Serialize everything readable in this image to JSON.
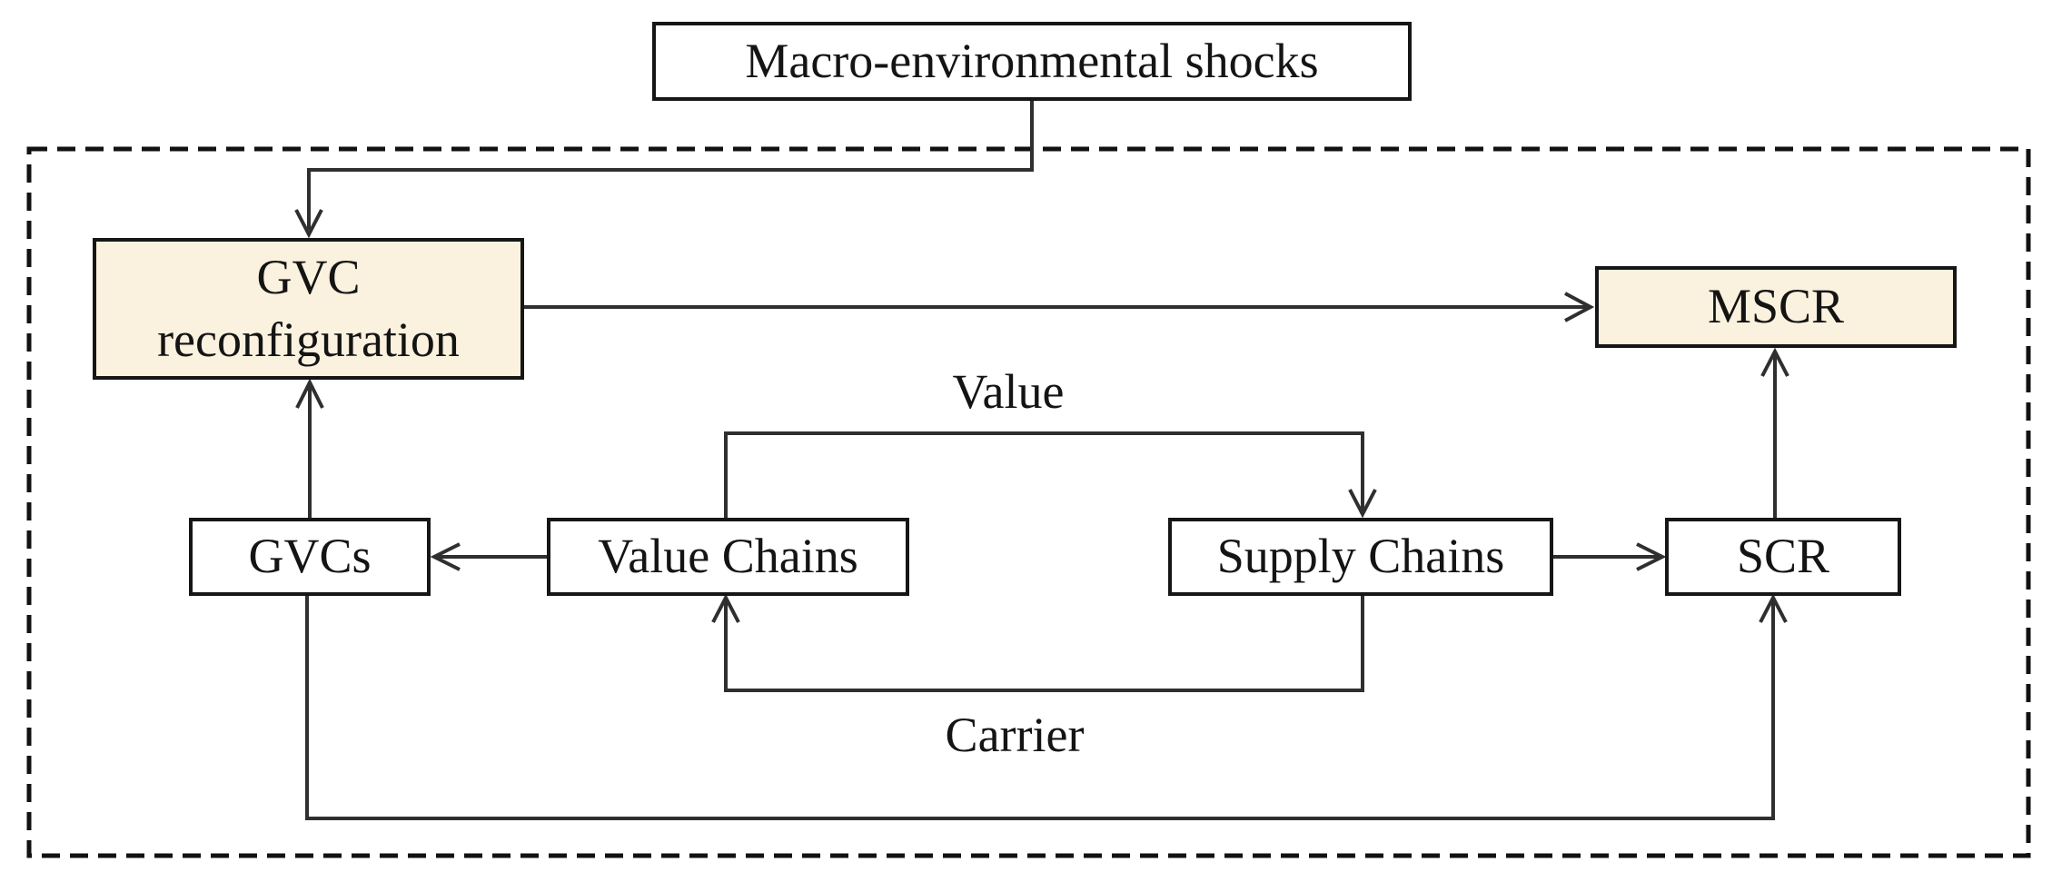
{
  "figure": {
    "colors": {
      "background": "#ffffff",
      "box_border": "#161616",
      "frame": "#111111",
      "line": "#2f2f2f",
      "text": "#141414",
      "plain_fill": "#ffffff",
      "highlight_fill": "#faf1de"
    },
    "nodes": {
      "macro_shocks": {
        "label": "Macro-environmental shocks"
      },
      "gvc_reconfiguration": {
        "label": "GVC reconfiguration",
        "lines": [
          "GVC",
          "reconfiguration"
        ]
      },
      "mscr": {
        "label": "MSCR"
      },
      "gvcs": {
        "label": "GVCs"
      },
      "value_chains": {
        "label": "Value Chains"
      },
      "supply_chains": {
        "label": "Supply Chains"
      },
      "scr": {
        "label": "SCR"
      }
    },
    "edge_labels": {
      "value": "Value",
      "carrier": "Carrier"
    },
    "edges": [
      {
        "from": "Macro-environmental shocks",
        "to": "GVC reconfiguration",
        "label": ""
      },
      {
        "from": "GVC reconfiguration",
        "to": "MSCR",
        "label": ""
      },
      {
        "from": "GVCs",
        "to": "GVC reconfiguration",
        "label": ""
      },
      {
        "from": "Value Chains",
        "to": "GVCs",
        "label": ""
      },
      {
        "from": "Value Chains",
        "to": "Supply Chains",
        "label": "Value"
      },
      {
        "from": "Supply Chains",
        "to": "Value Chains",
        "label": "Carrier"
      },
      {
        "from": "Supply Chains",
        "to": "SCR",
        "label": ""
      },
      {
        "from": "SCR",
        "to": "MSCR",
        "label": ""
      },
      {
        "from": "GVCs",
        "to": "SCR",
        "label": ""
      }
    ]
  }
}
